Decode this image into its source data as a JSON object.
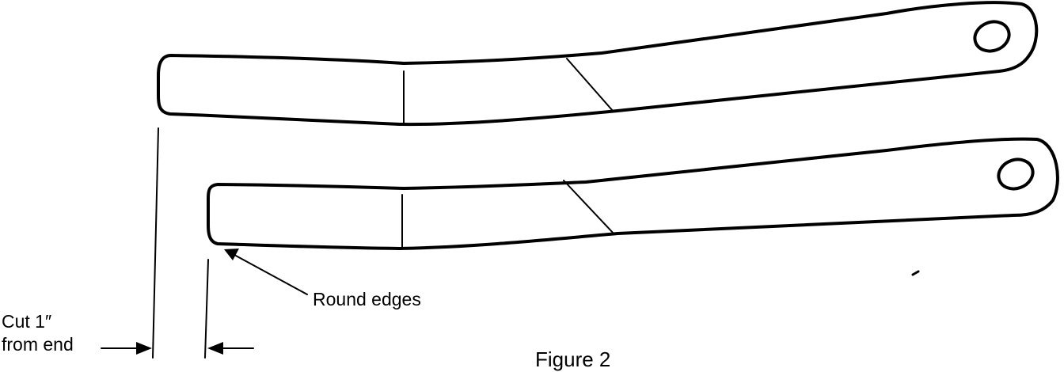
{
  "figure": {
    "caption": "Figure 2",
    "annotation_round_edges": "Round edges",
    "annotation_cut_line1": "Cut 1″",
    "annotation_cut_line2": "from end"
  },
  "colors": {
    "ink": "#000000",
    "background": "#ffffff"
  }
}
